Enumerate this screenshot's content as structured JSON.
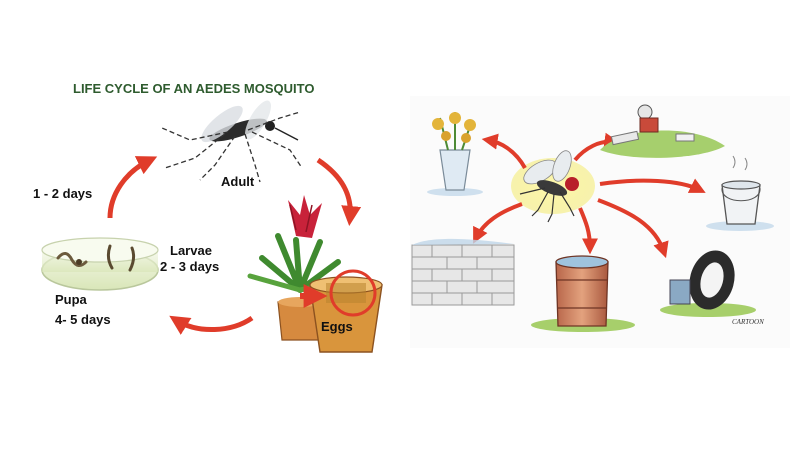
{
  "left_panel": {
    "title": "LIFE CYCLE OF AN AEDES MOSQUITO",
    "stages": {
      "adult": {
        "label": "Adult"
      },
      "eggs": {
        "label": "Eggs"
      },
      "larvae": {
        "label": "Larvae",
        "duration": "2 - 3 days"
      },
      "pupa": {
        "label": "Pupa",
        "duration": "4- 5 days"
      },
      "pupa_to_adult": {
        "duration": "1 - 2 days"
      }
    }
  },
  "right_panel": {
    "signature": "CARTOON",
    "breeding_sites": [
      "flower-vase",
      "yard-litter",
      "bucket",
      "tyre",
      "barrel",
      "brick-wall"
    ]
  },
  "colors": {
    "title": "#2e5b2e",
    "arrow": "#e03c2a",
    "text": "#111111"
  }
}
